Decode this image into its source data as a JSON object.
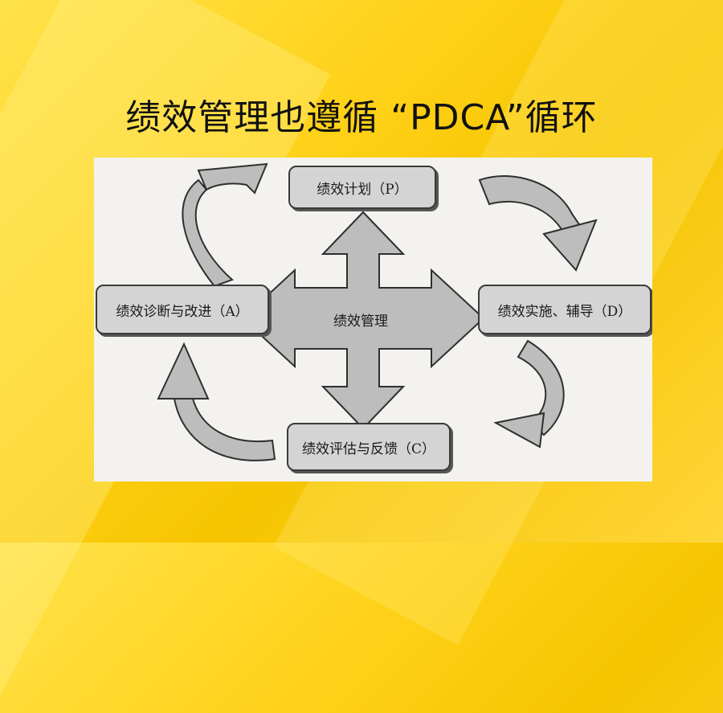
{
  "slide": {
    "title": "绩效管理也遵循 “PDCA”循环"
  },
  "diagram": {
    "center": "绩效管理",
    "plan": "绩效计划（P）",
    "do": "绩效实施、辅导（D）",
    "check": "绩效评估与反馈（C）",
    "act": "绩效诊断与改进（A）"
  },
  "colors": {
    "background": "#ffd21a",
    "box_fill": "#d4d4d4",
    "arrow_fill": "#bdbdbd"
  }
}
